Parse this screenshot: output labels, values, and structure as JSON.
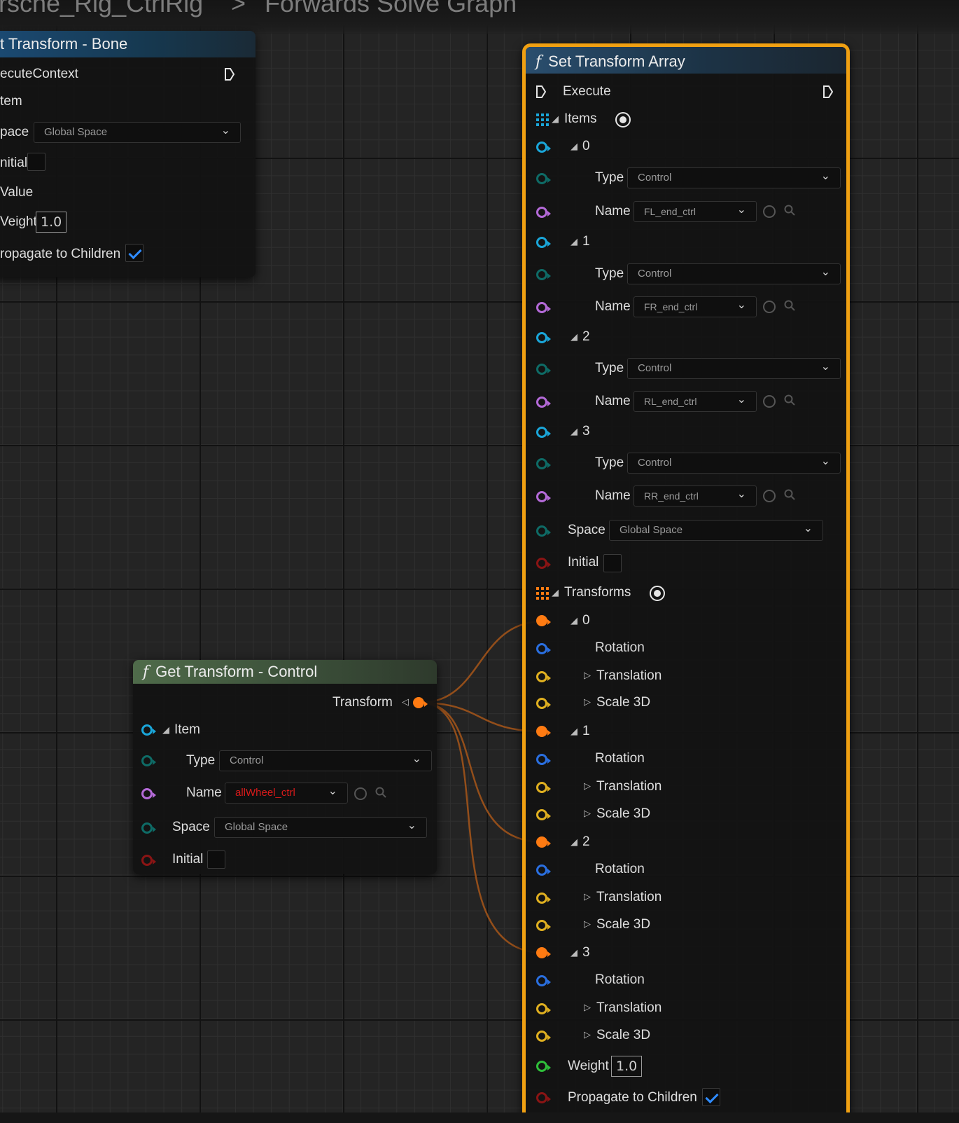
{
  "breadcrumb": {
    "asset": "rsche_Rig_CtrlRig",
    "separator": ">",
    "graph": "Forwards Solve Graph"
  },
  "node_set_transform_bone": {
    "title": "t Transform - Bone",
    "execute_context": "ecuteContext",
    "item": "tem",
    "space_label": "pace",
    "space_value": "Global Space",
    "initial_label": "nitial",
    "value_label": "Value",
    "weight_label": "Veight",
    "weight_value": "1.0",
    "propagate_label": "ropagate to Children",
    "propagate_checked": true
  },
  "node_set_transform_array": {
    "title": "Set Transform Array",
    "execute": "Execute",
    "items_label": "Items",
    "items": [
      {
        "index": "0",
        "type_label": "Type",
        "type_value": "Control",
        "name_label": "Name",
        "name_value": "FL_end_ctrl"
      },
      {
        "index": "1",
        "type_label": "Type",
        "type_value": "Control",
        "name_label": "Name",
        "name_value": "FR_end_ctrl"
      },
      {
        "index": "2",
        "type_label": "Type",
        "type_value": "Control",
        "name_label": "Name",
        "name_value": "RL_end_ctrl"
      },
      {
        "index": "3",
        "type_label": "Type",
        "type_value": "Control",
        "name_label": "Name",
        "name_value": "RR_end_ctrl"
      }
    ],
    "space_label": "Space",
    "space_value": "Global Space",
    "initial_label": "Initial",
    "transforms_label": "Transforms",
    "transforms": [
      {
        "index": "0",
        "rotation": "Rotation",
        "translation": "Translation",
        "scale": "Scale 3D"
      },
      {
        "index": "1",
        "rotation": "Rotation",
        "translation": "Translation",
        "scale": "Scale 3D"
      },
      {
        "index": "2",
        "rotation": "Rotation",
        "translation": "Translation",
        "scale": "Scale 3D"
      },
      {
        "index": "3",
        "rotation": "Rotation",
        "translation": "Translation",
        "scale": "Scale 3D"
      }
    ],
    "weight_label": "Weight",
    "weight_value": "1.0",
    "propagate_label": "Propagate to Children",
    "propagate_checked": true
  },
  "node_get_transform_control": {
    "title": "Get Transform - Control",
    "transform_label": "Transform",
    "item_label": "Item",
    "type_label": "Type",
    "type_value": "Control",
    "name_label": "Name",
    "name_value": "allWheel_ctrl",
    "space_label": "Space",
    "space_value": "Global Space",
    "initial_label": "Initial"
  },
  "colors": {
    "item_pin": "#1aa6d9",
    "type_pin": "#0e6b66",
    "name_pin": "#b46ad8",
    "bool_pin": "#8a1414",
    "transform_pin": "#ff7b12",
    "rotation_pin": "#2a6fe0",
    "vector_pin": "#e0b020",
    "float_pin": "#2fbf3a",
    "wire": "#a0531a",
    "selection_outline": "#f0a012",
    "error_name": "#d61a1a"
  }
}
